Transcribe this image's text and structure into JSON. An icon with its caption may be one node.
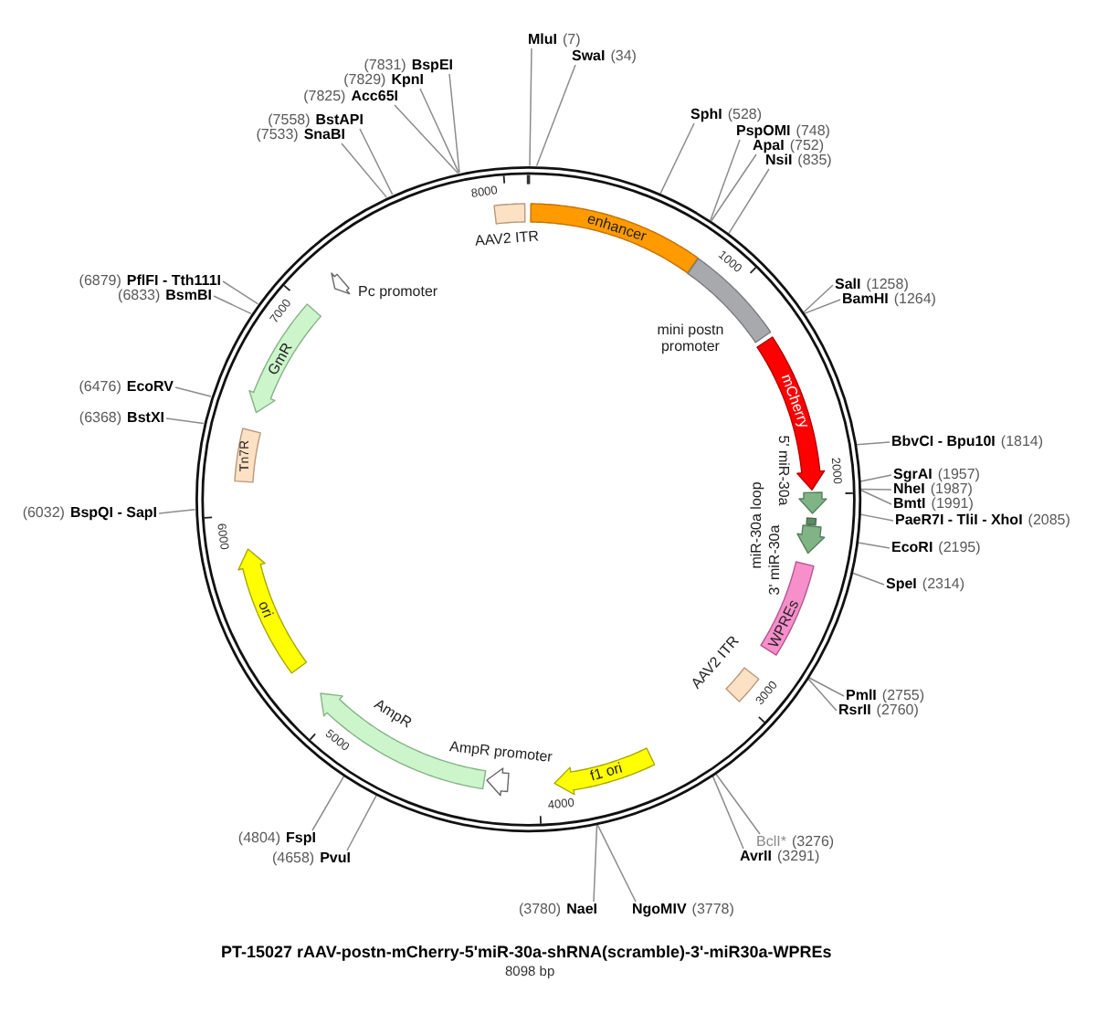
{
  "diagram": {
    "title": "PT-15027 rAAV-postn-mCherry-5'miR-30a-shRNA(scramble)-3'-miR30a-WPREs",
    "nodes": [
      {
        "text": [
          "MluI",
          "(7)"
        ]
      },
      {
        "text": [
          "SwaI",
          "(34)"
        ]
      },
      {
        "text": [
          "SphI",
          "(528)"
        ]
      },
      {
        "text": [
          "PspOMI",
          "(748)"
        ]
      },
      {
        "text": [
          "ApaI",
          "(752)"
        ]
      },
      {
        "text": [
          "NsiI",
          "(835)"
        ]
      },
      {
        "text": [
          "SalI",
          "(1258)"
        ]
      },
      {
        "text": [
          "BamHI",
          "(1264)"
        ]
      },
      {
        "text": [
          "BbvCI - Bpu10I",
          "(1814)"
        ]
      },
      {
        "text": [
          "SgrAI",
          "(1957)"
        ]
      },
      {
        "text": [
          "NheI",
          "(1987)"
        ]
      },
      {
        "text": [
          "BmtI",
          "(1991)"
        ]
      },
      {
        "text": [
          "PaeR7I - TliI - XhoI",
          "(2085)"
        ]
      },
      {
        "text": [
          "EcoRI",
          "(2195)"
        ]
      },
      {
        "text": [
          "SpeI",
          "(2314)"
        ]
      },
      {
        "text": [
          "PmlI",
          "(2755)"
        ]
      },
      {
        "text": [
          "RsrII",
          "(2760)"
        ]
      },
      {
        "text": [
          "BclI*",
          "(3276)"
        ]
      },
      {
        "text": [
          "AvrII",
          "(3291)"
        ]
      },
      {
        "text": [
          "NgoMIV",
          "(3778)"
        ]
      },
      {
        "text": [
          "(3780)",
          "NaeI"
        ]
      },
      {
        "text": [
          "(4658)",
          "PvuI"
        ]
      },
      {
        "text": [
          "(4804)",
          "FspI"
        ]
      },
      {
        "text": [
          "(6032)",
          "BspQI - SapI"
        ]
      },
      {
        "text": [
          "(6368)",
          "BstXI"
        ]
      },
      {
        "text": [
          "(6476)",
          "EcoRV"
        ]
      },
      {
        "text": [
          "(6833)",
          "BsmBI"
        ]
      },
      {
        "text": [
          "(6879)",
          "PflFI - Tth111I"
        ]
      },
      {
        "text": [
          "(7533)",
          "SnaBI"
        ]
      },
      {
        "text": [
          "(7558)",
          "BstAPI"
        ]
      },
      {
        "text": [
          "(7825)",
          "Acc65I"
        ]
      },
      {
        "text": [
          "(7829)",
          "KpnI"
        ]
      },
      {
        "text": [
          "(7831)",
          "BspEI"
        ]
      },
      {
        "text": [],
        "shape": "circle"
      },
      {
        "text": [
          "AAV2 ITR"
        ],
        "in": 33
      },
      {
        "text": [
          "enhancer"
        ],
        "in": 33
      },
      {
        "text": [
          "mini postn promoter"
        ],
        "in": 33
      },
      {
        "text": [
          "mCherry"
        ],
        "in": 33
      },
      {
        "text": [
          "5' miR-30a"
        ],
        "in": 33
      },
      {
        "text": [
          "miR-30a loop"
        ],
        "in": 33
      },
      {
        "text": [
          "3' miR-30a"
        ],
        "in": 33
      },
      {
        "text": [
          "WPREs"
        ],
        "in": 33
      },
      {
        "text": [
          "AAV2 ITR"
        ],
        "in": 33
      },
      {
        "text": [
          "f1 ori"
        ],
        "in": 33
      },
      {
        "text": [
          "AmpR promoter"
        ],
        "in": 33
      },
      {
        "text": [
          "AmpR"
        ],
        "in": 33
      },
      {
        "text": [
          "ori"
        ],
        "in": 33
      },
      {
        "text": [
          "Tn7R"
        ],
        "in": 33
      },
      {
        "text": [
          "GmR"
        ],
        "in": 33
      },
      {
        "text": [
          "Pc promoter"
        ],
        "in": 33
      }
    ],
    "edges": [
      {
        "from": 0,
        "to": 33,
        "arrow": "none"
      },
      {
        "from": 1,
        "to": 33,
        "arrow": "none"
      },
      {
        "from": 2,
        "to": 33,
        "arrow": "none"
      },
      {
        "from": 3,
        "to": 33,
        "arrow": "none"
      },
      {
        "from": 4,
        "to": 33,
        "arrow": "none"
      },
      {
        "from": 5,
        "to": 33,
        "arrow": "none"
      },
      {
        "from": 6,
        "to": 33,
        "arrow": "none"
      },
      {
        "from": 7,
        "to": 33,
        "arrow": "none"
      },
      {
        "from": 8,
        "to": 33,
        "arrow": "none"
      },
      {
        "from": 9,
        "to": 33,
        "arrow": "none"
      },
      {
        "from": 10,
        "to": 33,
        "arrow": "none"
      },
      {
        "from": 11,
        "to": 33,
        "arrow": "none"
      },
      {
        "from": 12,
        "to": 33,
        "arrow": "none"
      },
      {
        "from": 13,
        "to": 33,
        "arrow": "none"
      },
      {
        "from": 14,
        "to": 33,
        "arrow": "none"
      },
      {
        "from": 15,
        "to": 33,
        "arrow": "none"
      },
      {
        "from": 16,
        "to": 33,
        "arrow": "none"
      },
      {
        "from": 17,
        "to": 33,
        "arrow": "none"
      },
      {
        "from": 18,
        "to": 33,
        "arrow": "none"
      },
      {
        "from": 19,
        "to": 33,
        "arrow": "none"
      },
      {
        "from": 20,
        "to": 33,
        "arrow": "none"
      },
      {
        "from": 21,
        "to": 33,
        "arrow": "none"
      },
      {
        "from": 22,
        "to": 33,
        "arrow": "none"
      },
      {
        "from": 23,
        "to": 33,
        "arrow": "none"
      },
      {
        "from": 24,
        "to": 33,
        "arrow": "none"
      },
      {
        "from": 25,
        "to": 33,
        "arrow": "none"
      },
      {
        "from": 26,
        "to": 33,
        "arrow": "none"
      },
      {
        "from": 27,
        "to": 33,
        "arrow": "none"
      },
      {
        "from": 28,
        "to": 33,
        "arrow": "none"
      },
      {
        "from": 29,
        "to": 33,
        "arrow": "none"
      },
      {
        "from": 30,
        "to": 33,
        "arrow": "none"
      },
      {
        "from": 31,
        "to": 33,
        "arrow": "none"
      },
      {
        "from": 32,
        "to": 33,
        "arrow": "none"
      }
    ],
    "labels": [
      "1000",
      "2000",
      "3000",
      "4000",
      "5000",
      "6000",
      "7000",
      "8000",
      "8098 bp"
    ]
  }
}
